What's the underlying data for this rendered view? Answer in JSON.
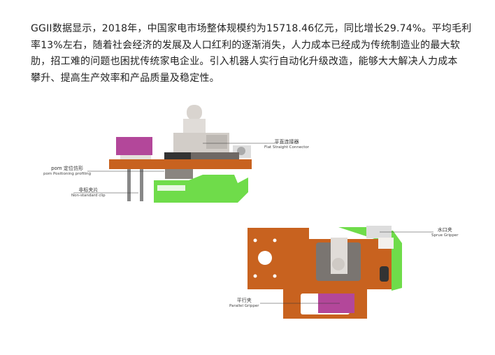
{
  "paragraph": {
    "lines": [
      "GGII数据显示，2018年，中国家电市场整体规模约为15718.46亿元，同比增长29.74%。平均毛利",
      "率13%左右，随着社会经济的发展及人口红利的逐渐消失，人力成本已经成为传统制造业的最大软",
      "肋，招工难的问题也困扰传统家电企业。引入机器人实行自动化升级改造，能够大大解决人力成本",
      "攀升、提高生产效率和产品质量及稳定性。"
    ]
  },
  "diagram": {
    "labels": {
      "flat_connector_cn": "平直连接器",
      "flat_connector_en": "Flat Straight Connector",
      "pom_cn": "pom 定位仿形",
      "pom_en": "pom Positioning profiling",
      "clip_cn": "非标夹片",
      "clip_en": "Non-standard clip",
      "sprue_cn": "水口夹",
      "sprue_en": "Sprue Gripper",
      "parallel_cn": "平行夹",
      "parallel_en": "Parallel Gripper"
    },
    "colors": {
      "orange": "#c8621f",
      "pink": "#b3479a",
      "green": "#6fdc4a",
      "gray": "#7a7571"
    }
  }
}
